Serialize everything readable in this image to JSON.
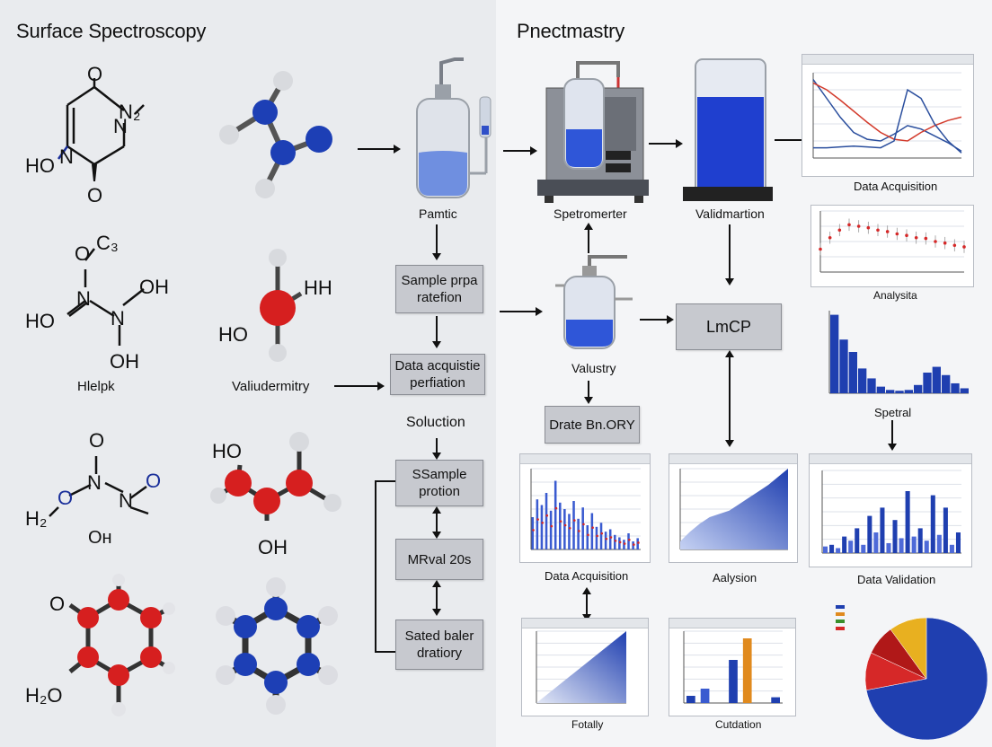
{
  "titles": {
    "left": "Surface Spectroscopy",
    "right": "Pnectmastry"
  },
  "left_labels": {
    "helpk": "Hlelpk",
    "validerm": "Valiudermitry"
  },
  "molecules": {
    "m1": {
      "o_top": "O",
      "n2": "N₂",
      "ho": "HO",
      "n_left": "N",
      "o_bot": "O",
      "n_right": "N"
    },
    "m3": {
      "c3": "C₃",
      "o": "O",
      "oh1": "OH",
      "ho": "HO",
      "n1": "N",
      "n2": "N",
      "oh2": "OH"
    },
    "m5": {
      "o_top": "O",
      "n1": "N",
      "n2": "N",
      "o1": "O",
      "o2": "O",
      "h2": "H₂",
      "oh": "Oн"
    },
    "m6": {
      "ho": "HO",
      "oh": "OH"
    },
    "m4": {
      "hh": "HH",
      "ho": "HO"
    },
    "m7": {
      "o": "O",
      "h2o": "H₂O"
    }
  },
  "apparatus": {
    "pamtic": "Pamtic",
    "spectrometer": "Spetromerter",
    "validmartion": "Validmartion",
    "valustry": "Valustry"
  },
  "flow": {
    "sample_prep_l1": "Sample prpa",
    "sample_prep_l2": "ratefion",
    "data_acq_l1": "Data acquistie",
    "data_acq_l2": "perfiation",
    "soluction": "Soluction",
    "ssample_l1": "SSample",
    "ssample_l2": "protion",
    "mrval": "MRval 20s",
    "sated_l1": "Sated baler",
    "sated_l2": "dratiory",
    "lmcp": "LmCP",
    "drate": "Drate Bn.ORY"
  },
  "chart_labels": {
    "c1": "Data Acquisition",
    "c2": "Analysita",
    "c3": "Spetral",
    "c4": "Data Acquisition",
    "c5": "Aalysion",
    "c6": "Data Validation",
    "c7": "Fotally",
    "c8": "Cutdation"
  },
  "colors": {
    "blue": "#1f3fb0",
    "red": "#d62828",
    "orange": "#e08a1e",
    "green": "#3a8f2c",
    "yellow": "#e8b020"
  },
  "chart_data": [
    {
      "type": "line",
      "title": "",
      "xlabel": "",
      "ylabel": "",
      "series": [
        {
          "values": [
            92,
            70,
            48,
            30,
            22,
            20,
            28,
            38,
            34,
            26,
            18,
            8
          ]
        },
        {
          "values": [
            88,
            80,
            68,
            55,
            42,
            30,
            22,
            20,
            30,
            38,
            44,
            48
          ]
        },
        {
          "values": [
            12,
            12,
            13,
            14,
            13,
            12,
            20,
            80,
            70,
            40,
            20,
            6
          ]
        }
      ]
    },
    {
      "type": "scatter",
      "title": "",
      "series": [
        {
          "values": [
            30,
            45,
            55,
            62,
            60,
            58,
            55,
            53,
            50,
            48,
            45,
            44,
            40,
            38,
            35,
            33
          ]
        }
      ]
    },
    {
      "type": "bar",
      "title": "",
      "values": [
        95,
        65,
        50,
        30,
        18,
        8,
        4,
        3,
        4,
        10,
        25,
        32,
        22,
        12,
        6
      ]
    },
    {
      "type": "bar",
      "title": "",
      "values": [
        40,
        62,
        55,
        70,
        48,
        85,
        58,
        50,
        44,
        60,
        38,
        52,
        30,
        45,
        28,
        33,
        22,
        25,
        18,
        15,
        12,
        20,
        10,
        14
      ]
    },
    {
      "type": "area",
      "title": "",
      "values": [
        10,
        22,
        32,
        40,
        44,
        48,
        56,
        64,
        72,
        80,
        90,
        100
      ]
    },
    {
      "type": "bar",
      "title": "",
      "values": [
        8,
        10,
        6,
        20,
        15,
        30,
        10,
        45,
        25,
        55,
        12,
        40,
        18,
        75,
        20,
        30,
        15,
        70,
        22,
        55,
        10,
        25
      ]
    },
    {
      "type": "area",
      "title": "",
      "values": [
        0,
        100
      ]
    },
    {
      "type": "bar",
      "title": "",
      "series": [
        {
          "name": "",
          "values": [
            5,
            10,
            0,
            30,
            45,
            0,
            4
          ]
        }
      ]
    },
    {
      "type": "pie",
      "title": "",
      "values": [
        72,
        10,
        8,
        10
      ]
    }
  ]
}
